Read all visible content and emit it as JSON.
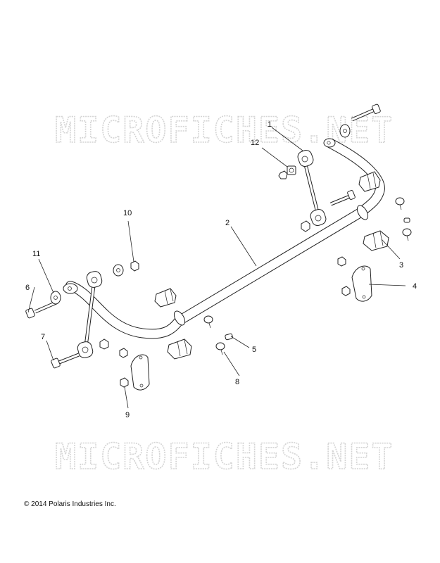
{
  "watermark": [
    "MICROFICHES.NET",
    "MICROFICHES.NET"
  ],
  "callouts": [
    "1",
    "2",
    "3",
    "4",
    "5",
    "6",
    "7",
    "8",
    "9",
    "10",
    "11",
    "12"
  ],
  "copyright": "© 2014 Polaris Industries Inc."
}
